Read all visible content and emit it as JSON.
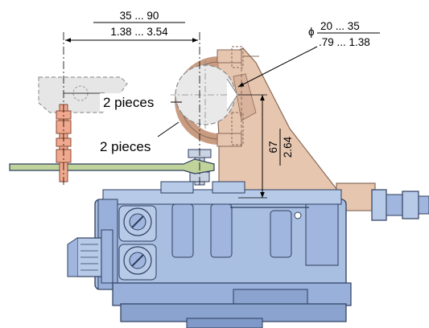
{
  "colors": {
    "housing": "#a9bfe2",
    "housing_dark": "#7f99c8",
    "bracket": "#e7c6b0",
    "bracket_dark": "#c99c82",
    "lever": "#bfd39a",
    "screw": "#f0a98e",
    "fitting": "#b7cbe9",
    "dim_line": "#000000",
    "phantom": "#a9a9a9"
  },
  "dimensions": {
    "lever_length": {
      "top": "35 ... 90",
      "bottom": "1.38 ... 3.54"
    },
    "pipe_diameter": {
      "symbol": "ϕ",
      "top": "20 ... 35",
      "bottom": ".79 ... 1.38"
    },
    "height": {
      "top": "67",
      "bottom": "2.64"
    }
  },
  "labels": {
    "pieces_upper": "2 pieces",
    "pieces_lower": "2 pieces"
  },
  "icons": [
    "diameter-symbol",
    "slotted-screw-head"
  ]
}
